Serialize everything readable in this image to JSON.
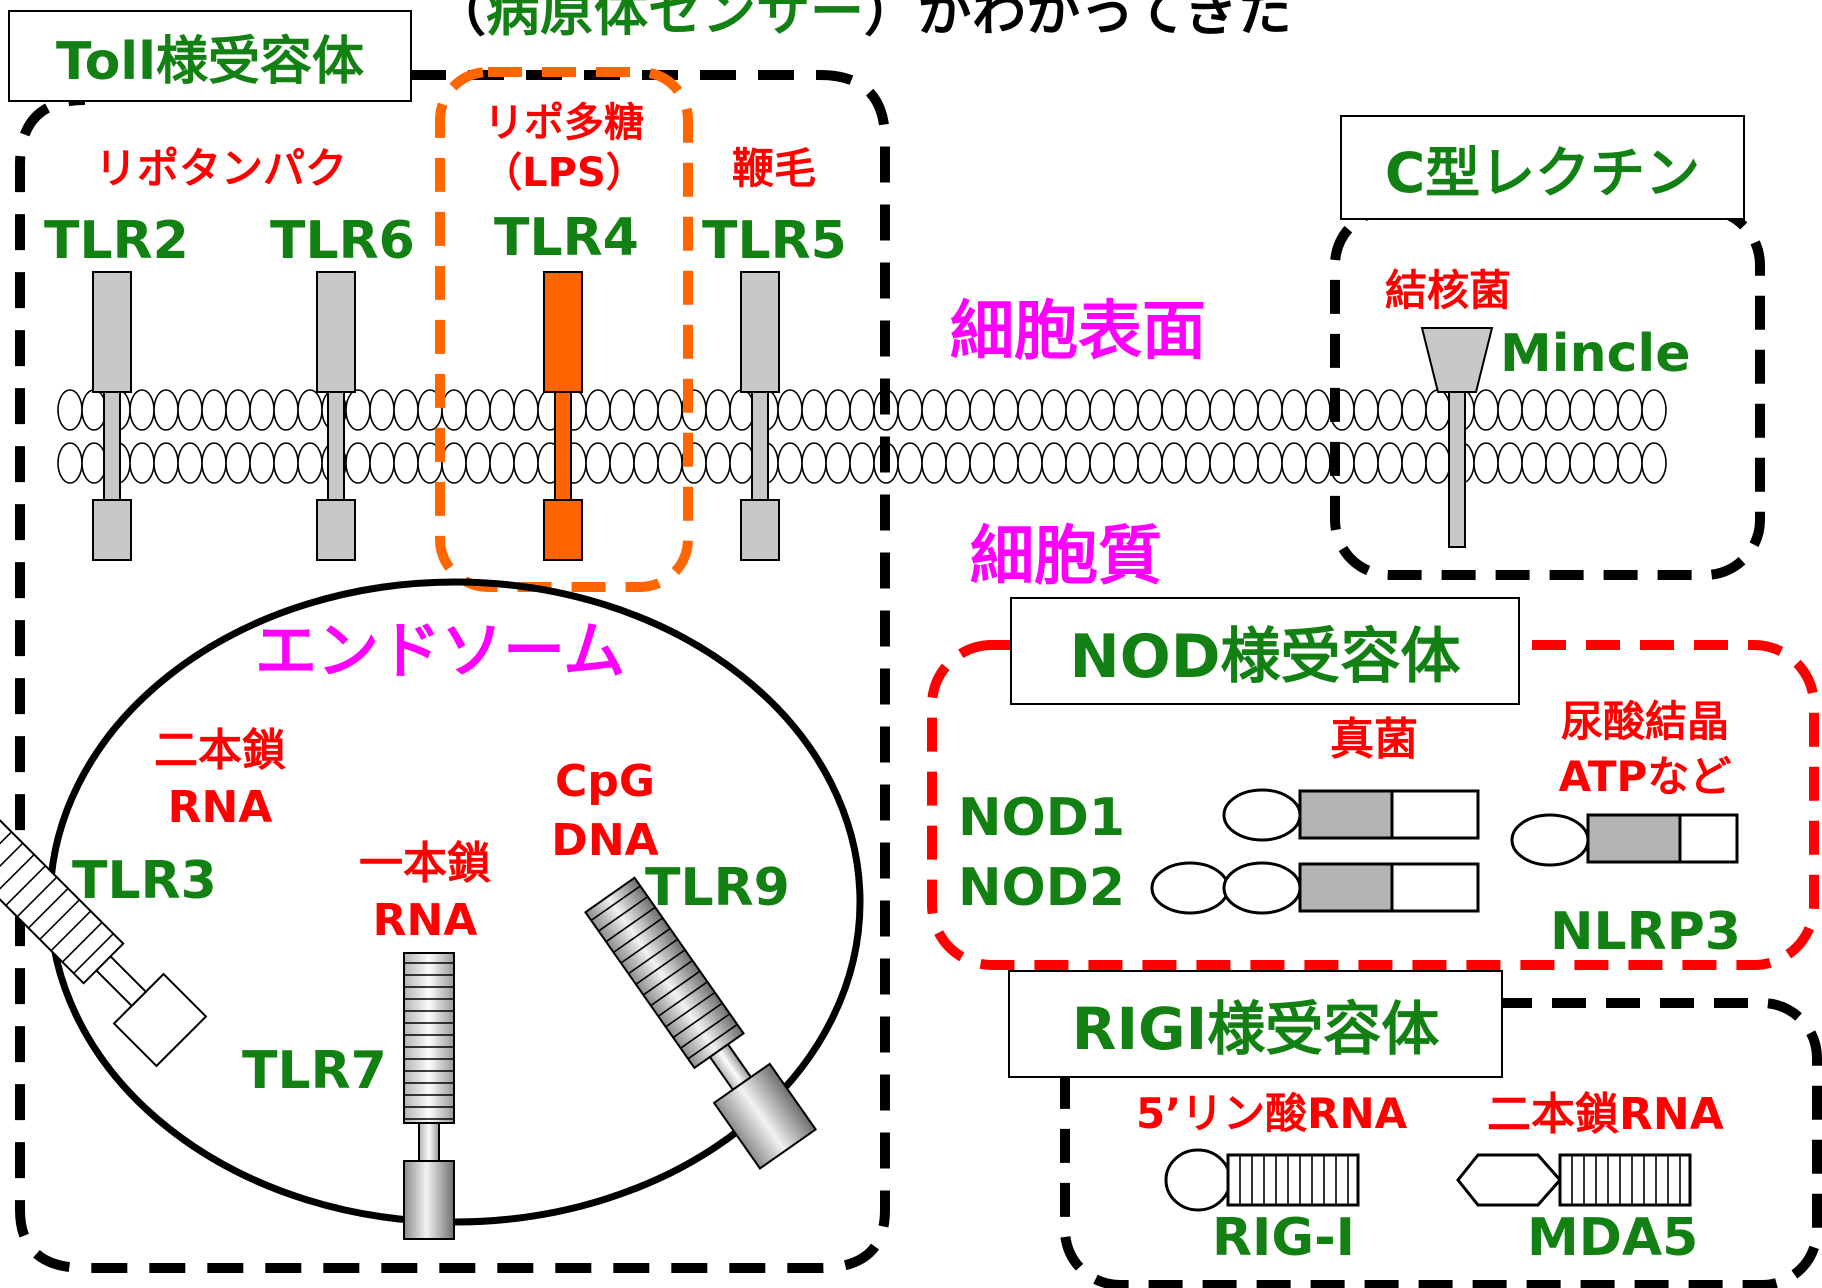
{
  "header": {
    "title_open": "（",
    "title_highlight": "病原体センサー",
    "title_close": "）がわかってきた"
  },
  "toll": {
    "title": "Toll様受容体",
    "surface": [
      {
        "receptor": "TLR2",
        "ligand": "リポタンパク"
      },
      {
        "receptor": "TLR6",
        "ligand": ""
      },
      {
        "receptor": "TLR4",
        "ligand_line1": "リポ多糖",
        "ligand_line2": "（LPS）",
        "highlight_color": "#ff6600"
      },
      {
        "receptor": "TLR5",
        "ligand": "鞭毛"
      }
    ],
    "endosome": {
      "title": "エンドソーム",
      "receptors": [
        {
          "receptor": "TLR3",
          "ligand_line1": "二本鎖",
          "ligand_line2": "RNA"
        },
        {
          "receptor": "TLR7",
          "ligand_line1": "一本鎖",
          "ligand_line2": "RNA"
        },
        {
          "receptor": "TLR9",
          "ligand_line1": "CpG",
          "ligand_line2": "DNA"
        }
      ]
    }
  },
  "regions": {
    "surface": "細胞表面",
    "cytoplasm": "細胞質"
  },
  "ctype": {
    "title": "C型レクチン",
    "ligand": "結核菌",
    "receptor": "Mincle"
  },
  "nod": {
    "title": "NOD様受容体",
    "fungus_label": "真菌",
    "nod1": "NOD1",
    "nod2": "NOD2",
    "nlrp3_ligand_line1": "尿酸結晶",
    "nlrp3_ligand_line2": "ATPなど",
    "nlrp3": "NLRP3"
  },
  "rigi": {
    "title": "RIGI様受容体",
    "rig1_ligand": "5’リン酸RNA",
    "rig1": "RIG-I",
    "mda5_ligand": "二本鎖RNA",
    "mda5": "MDA5"
  },
  "colors": {
    "receptor_green": "#128012",
    "ligand_red": "#ff0000",
    "region_magenta": "#ff00ff",
    "tlr4_orange": "#ff6600",
    "nod_box_red": "#ff0000",
    "receptor_gray": "#c8c8c8"
  }
}
